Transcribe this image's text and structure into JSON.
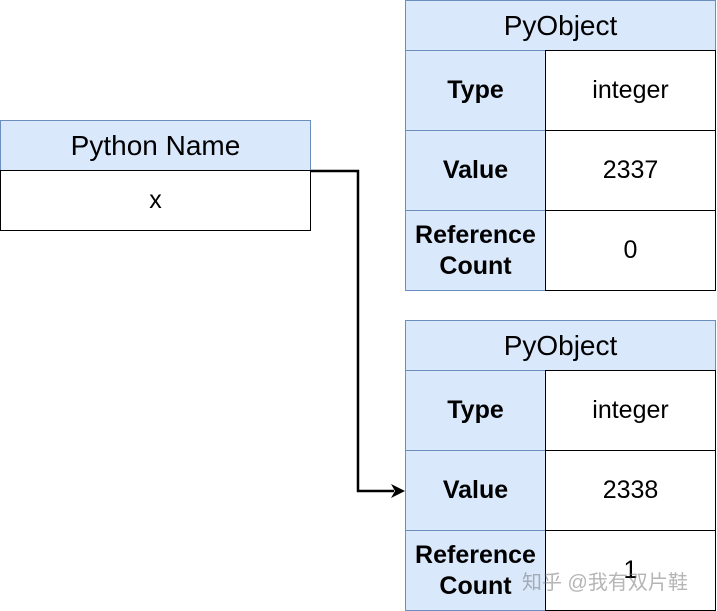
{
  "python_name": {
    "title": "Python Name",
    "value": "x"
  },
  "objects": [
    {
      "title": "PyObject",
      "type_label": "Type",
      "type_value": "integer",
      "value_label": "Value",
      "value_value": "2337",
      "refcount_label": "Reference Count",
      "refcount_value": "0"
    },
    {
      "title": "PyObject",
      "type_label": "Type",
      "type_value": "integer",
      "value_label": "Value",
      "value_value": "2338",
      "refcount_label": "Reference Count",
      "refcount_value": "1"
    }
  ],
  "colors": {
    "header_fill": "#dae8fc",
    "header_border": "#6c8ebf",
    "line": "#000000"
  },
  "watermark": "知乎 @我有双片鞋"
}
